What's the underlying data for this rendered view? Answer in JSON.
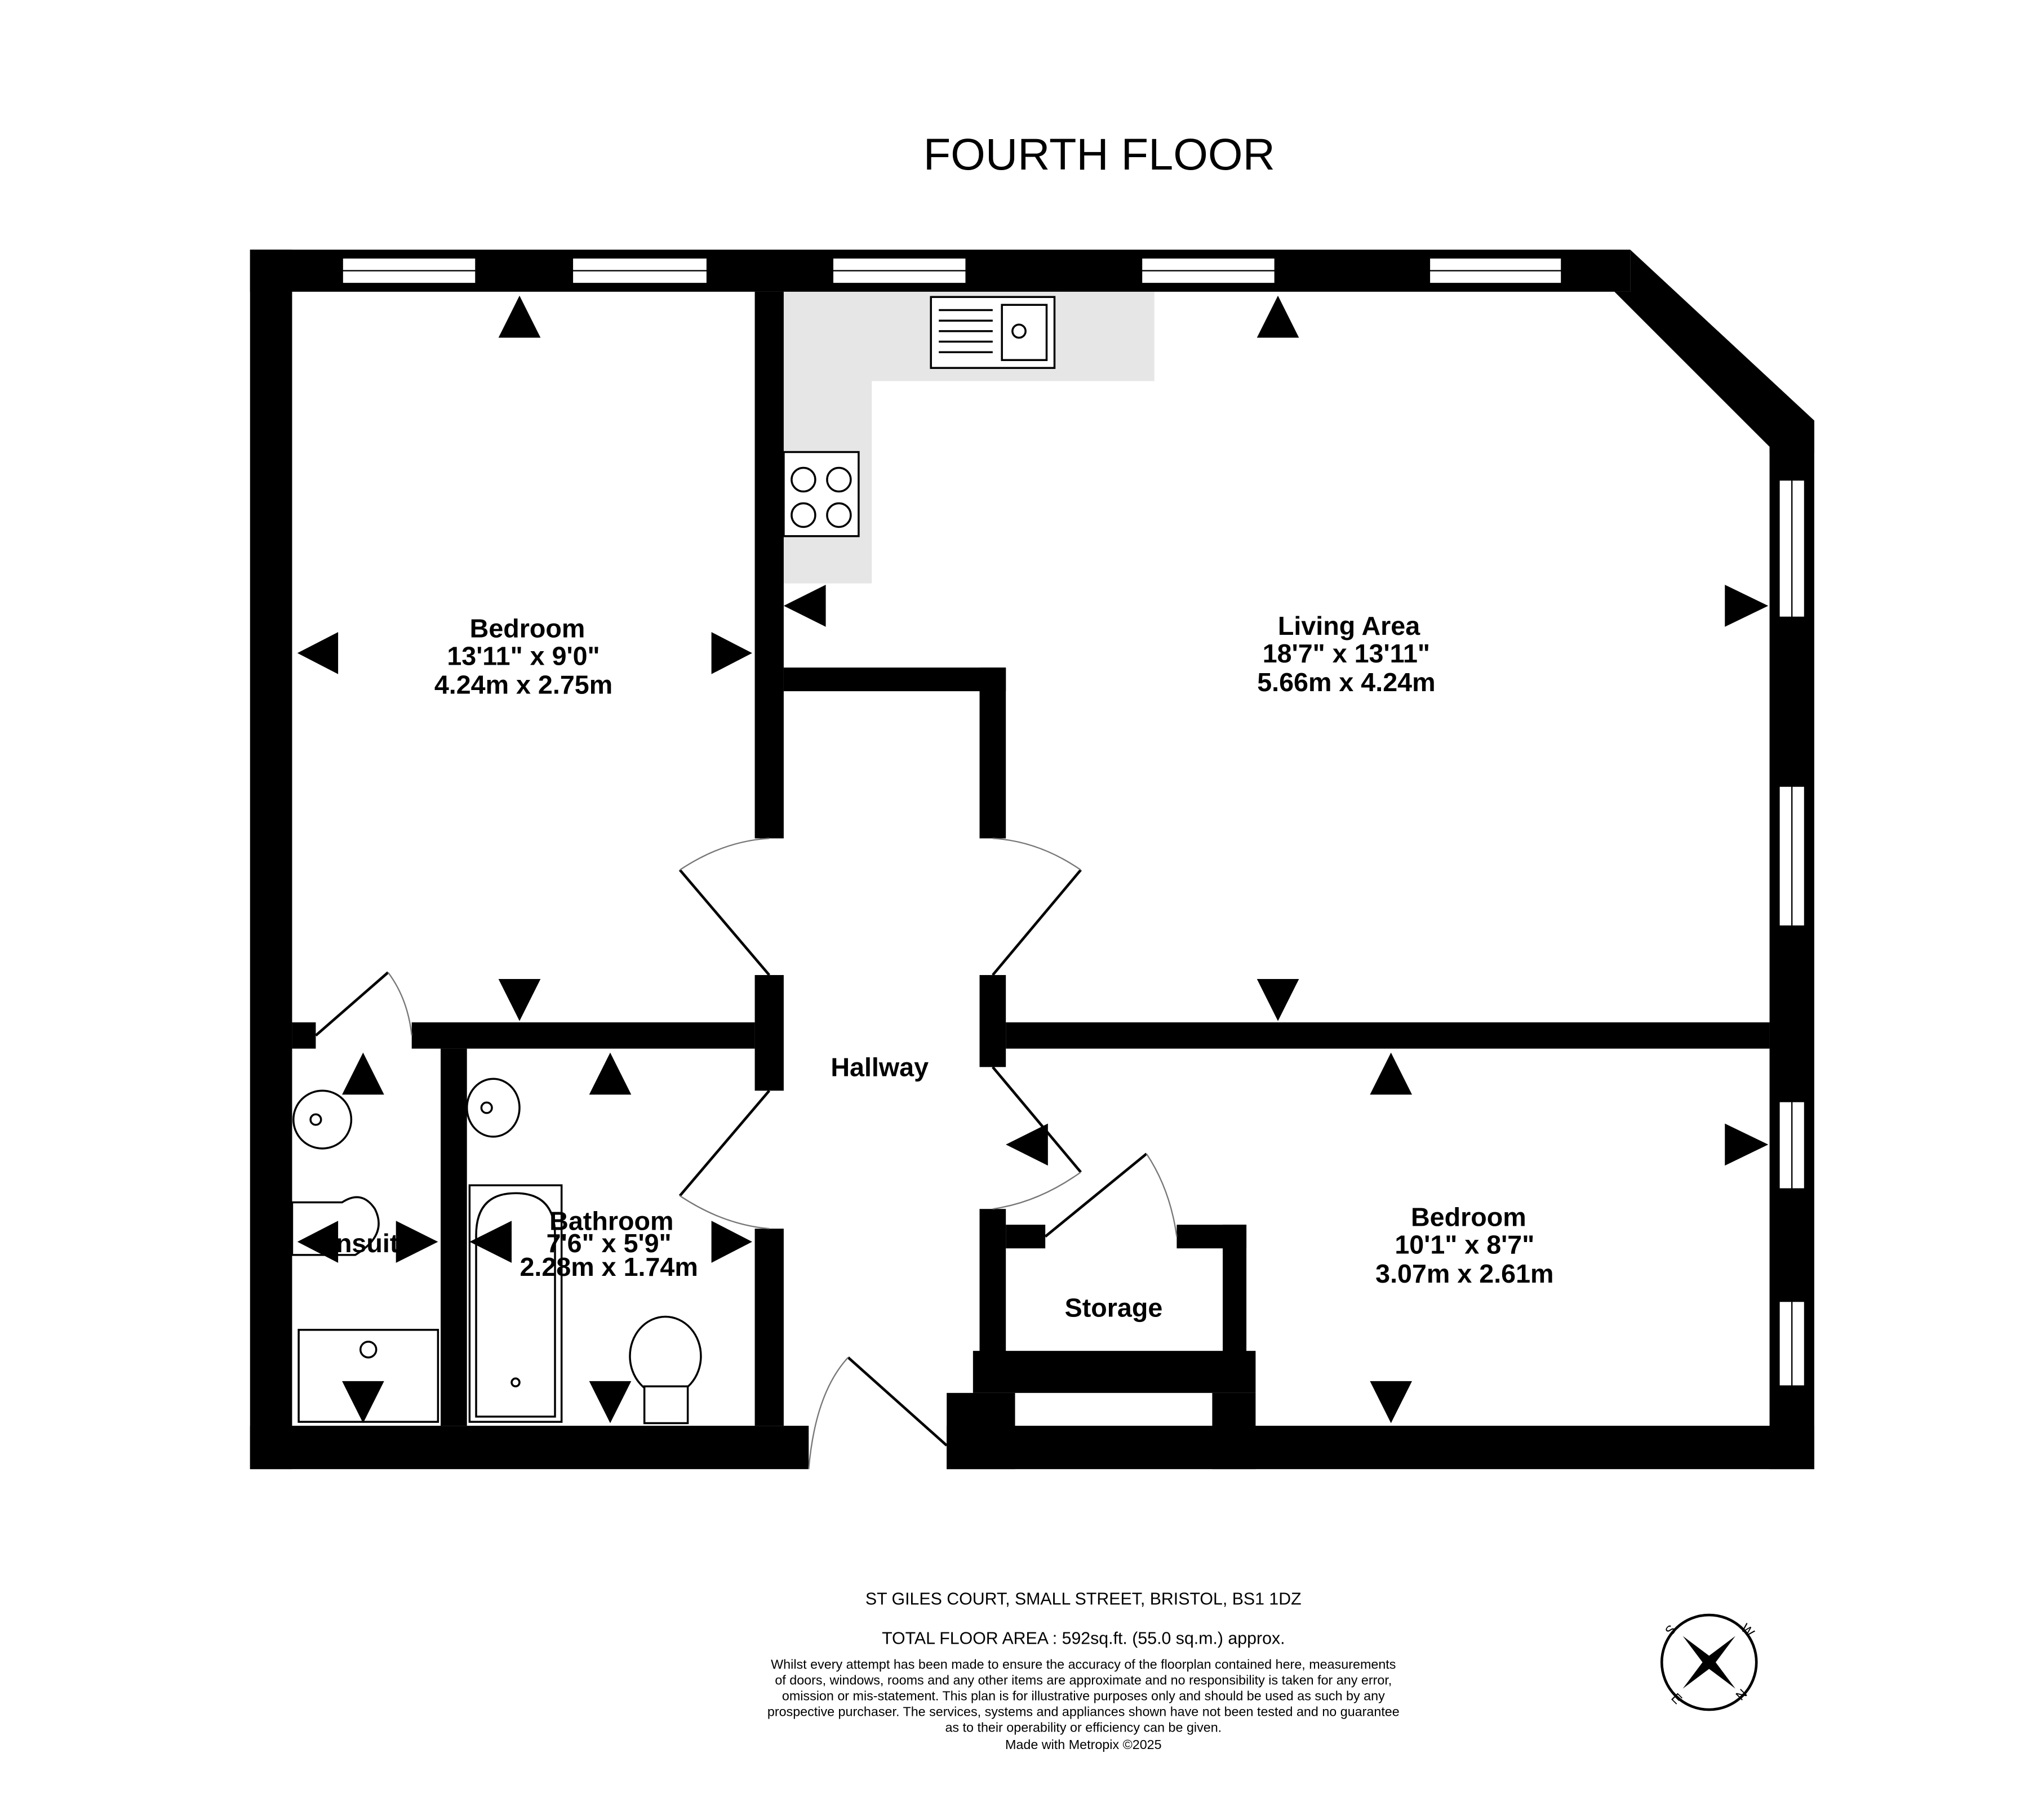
{
  "title": "FOURTH FLOOR",
  "rooms": {
    "bedroom1": {
      "name": "Bedroom",
      "imperial": "13'11\"  x 9'0\"",
      "metric": "4.24m  x 2.75m"
    },
    "living": {
      "name": "Living Area",
      "imperial": "18'7\"  x 13'11\"",
      "metric": "5.66m  x 4.24m"
    },
    "hallway": {
      "name": "Hallway"
    },
    "bathroom": {
      "name": "Bathroom",
      "imperial": "7'6\"  x 5'9\"",
      "metric": "2.28m  x 1.74m"
    },
    "ensuite": {
      "name": "Ensuite"
    },
    "storage": {
      "name": "Storage"
    },
    "bedroom2": {
      "name": "Bedroom",
      "imperial": "10'1\"  x 8'7\"",
      "metric": "3.07m  x 2.61m"
    }
  },
  "footer": {
    "address": "ST GILES COURT, SMALL STREET, BRISTOL, BS1 1DZ",
    "area": "TOTAL FLOOR AREA : 592sq.ft. (55.0 sq.m.) approx.",
    "disclaimer": [
      "Whilst every attempt has been made to ensure the accuracy of the floorplan contained here, measurements",
      "of doors, windows, rooms and any other items are approximate and no responsibility is taken for any error,",
      "omission or mis-statement. This plan is for illustrative purposes only and should be used as such by any",
      "prospective purchaser. The services, systems and appliances shown have not been tested and no guarantee",
      "as to their operability or efficiency can be given."
    ],
    "credit": "Made with Metropix ©2025"
  },
  "compass": {
    "n": "N",
    "e": "E",
    "s": "S",
    "w": "W"
  }
}
